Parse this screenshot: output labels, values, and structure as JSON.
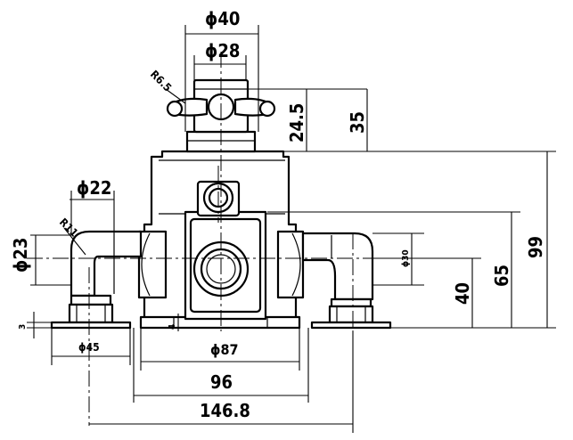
{
  "drawing": {
    "dimensions": {
      "d40": "ϕ40",
      "d28": "ϕ28",
      "r6_5": "R6.5",
      "h24_5": "24.5",
      "h35": "35",
      "d22": "ϕ22",
      "r11": "R11",
      "d23": "ϕ23",
      "d30": "ϕ30",
      "h99": "99",
      "h65": "65",
      "h40": "40",
      "h3": "3",
      "h4": "4",
      "d45": "ϕ45",
      "d87": "ϕ87",
      "w96": "96",
      "w146_8": "146.8"
    }
  }
}
